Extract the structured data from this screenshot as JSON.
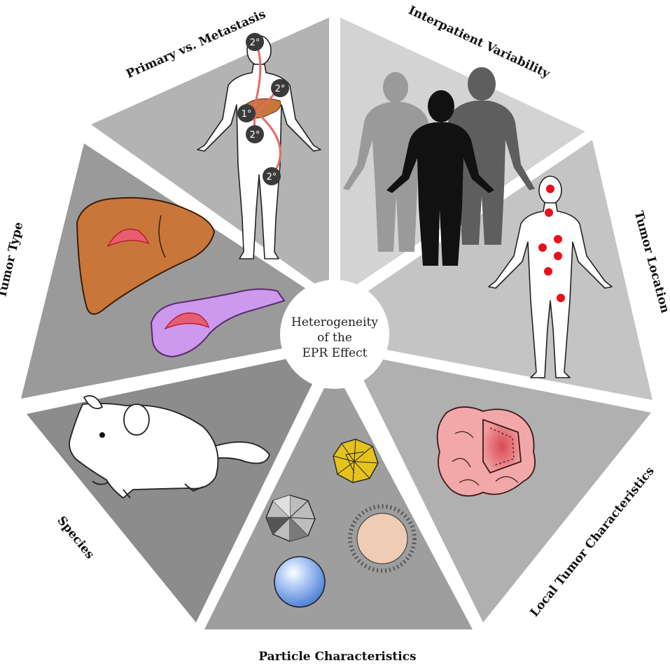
{
  "center": {
    "lines": [
      "Heterogeneity",
      "of the",
      "EPR Effect"
    ]
  },
  "segments": [
    {
      "id": "primary-vs-metastasis",
      "label": "Primary vs. Metastasis",
      "fill": "#b3b3b3"
    },
    {
      "id": "interpatient-variability",
      "label": "Interpatient Variability",
      "fill": "#d3d3d3"
    },
    {
      "id": "tumor-location",
      "label": "Tumor Location",
      "fill": "#c4c4c4"
    },
    {
      "id": "local-tumor-characteristics",
      "label": "Local Tumor Characteristics",
      "fill": "#b0b0b0"
    },
    {
      "id": "particle-characteristics",
      "label": "Particle Characteristics",
      "fill": "#9e9e9e"
    },
    {
      "id": "species",
      "label": "Species",
      "fill": "#8c8c8c"
    },
    {
      "id": "tumor-type",
      "label": "Tumor Type",
      "fill": "#9a9a9a"
    }
  ],
  "badges": {
    "primary": "1°",
    "secondary": "2°"
  },
  "colors": {
    "liver": "#c9763a",
    "pancreas": "#cc99ee",
    "tumor_dot": "#e8111b",
    "tumor_mass": "#f2a7a8",
    "gold_particle": "#e5c21c",
    "sphere": "#8fb4f2",
    "liposome_core": "#efcdb5"
  }
}
